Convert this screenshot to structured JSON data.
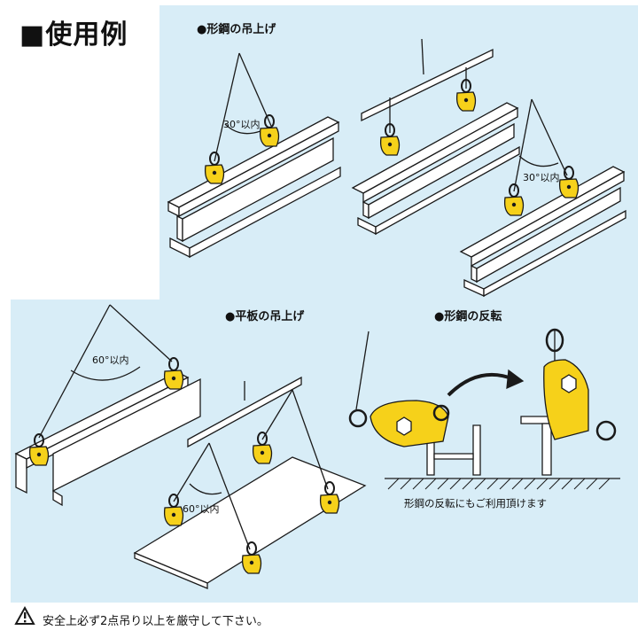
{
  "header": {
    "title": "■使用例"
  },
  "sections": {
    "shape_steel_lifting": "●形鋼の吊上げ",
    "flat_plate_lifting": "●平板の吊上げ",
    "shape_steel_reversal": "●形鋼の反転"
  },
  "angles": {
    "a1": "30°以内",
    "a2": "30°以内",
    "a3": "60°以内",
    "a4": "60°以内"
  },
  "reversal_note": "形鋼の反転にもご利用頂けます",
  "warning": {
    "text": "安全上必ず2点吊り以上を厳守して下さい。"
  },
  "colors": {
    "panel": "#d8edf7",
    "clamp": "#f6d11a",
    "steel": "#ffffff",
    "outline": "#1a1a1a"
  }
}
